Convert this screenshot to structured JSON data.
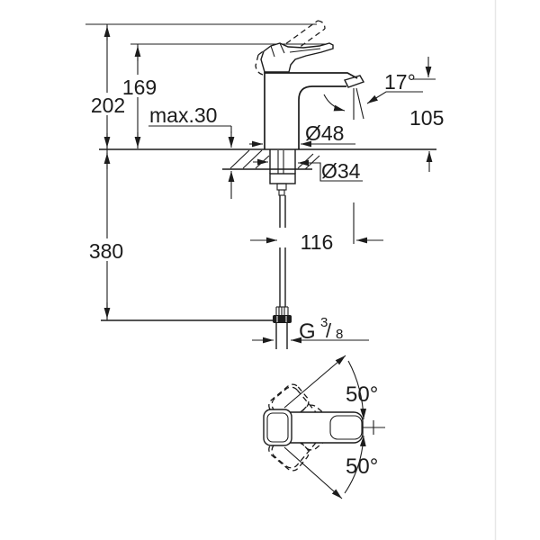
{
  "canvas": {
    "background": "#ffffff",
    "ink": "#1c1c1c",
    "divider": "#e7e7e7"
  },
  "drawing": {
    "kind": "faucet-dimension-drawing",
    "labels": {
      "total_height": "202",
      "spout_tip_height": "169",
      "max_deck_thickness": "max.30",
      "spray_angle": "17°",
      "outlet_height": "105",
      "body_diameter": "Ø48",
      "hole_diameter": "Ø34",
      "spout_reach": "116",
      "hose_length": "380",
      "thread_letter": "G",
      "thread_numerator": "3",
      "thread_slash": "/",
      "thread_denominator": "8",
      "swivel_angle_up": "50°",
      "swivel_angle_down": "50°"
    }
  }
}
